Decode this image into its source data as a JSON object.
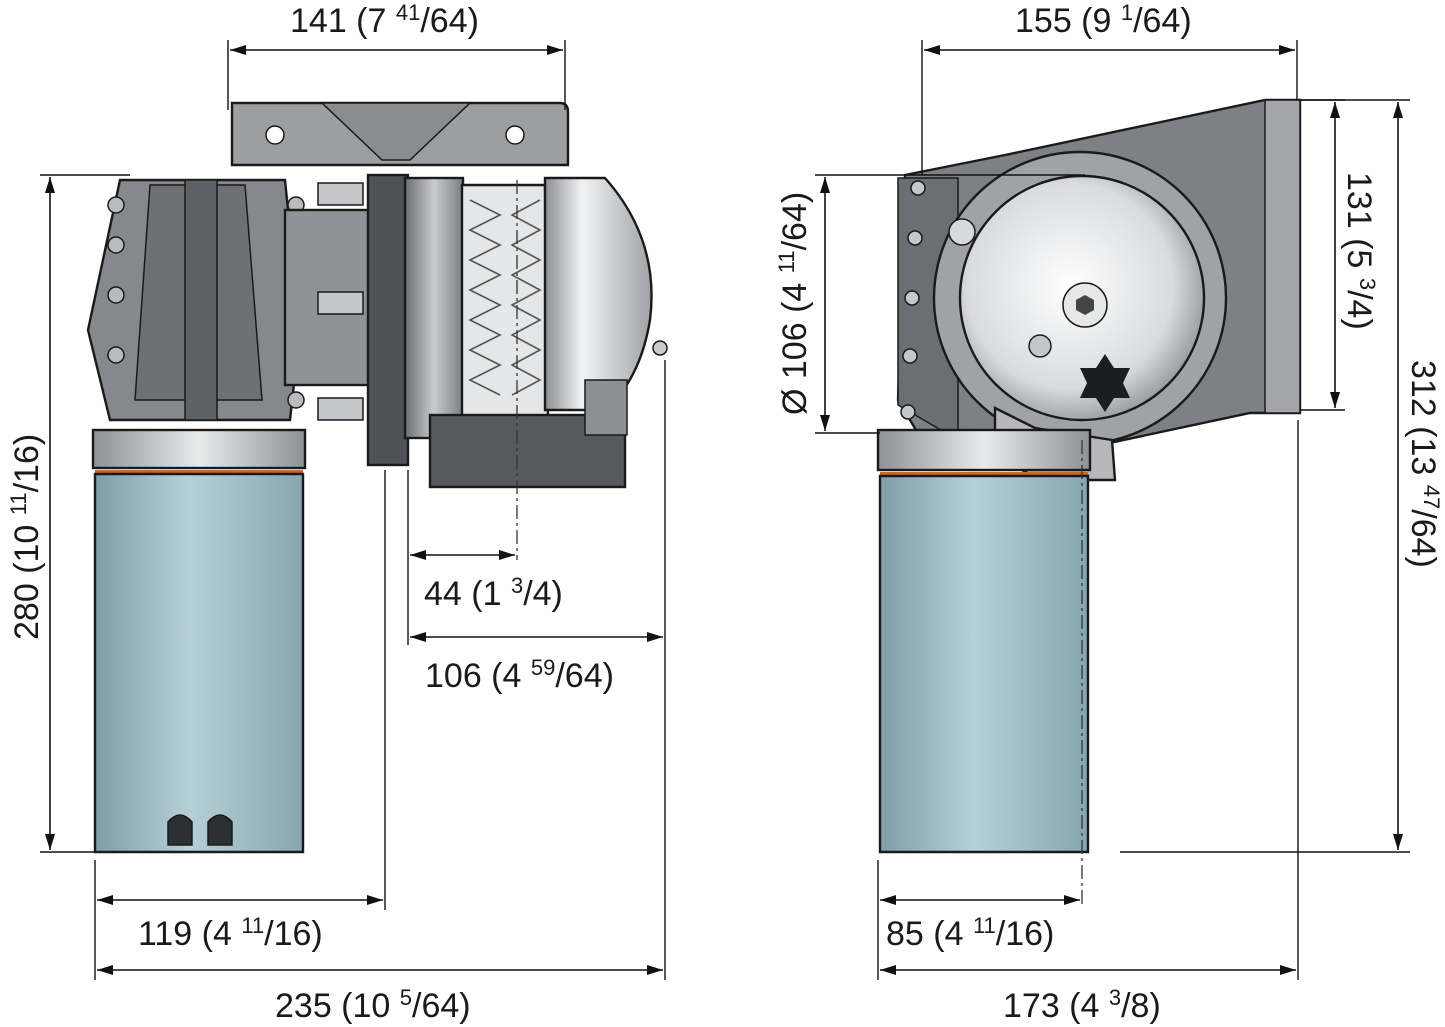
{
  "dimensions": {
    "front_top_width": {
      "main": "141 (7 ",
      "sup": "41",
      "tail": "/64)"
    },
    "side_top_width": {
      "main": "155 (9 ",
      "sup": "1",
      "tail": "/64)"
    },
    "front_height": {
      "main": "280 (10 ",
      "sup": "11",
      "tail": "/16)"
    },
    "drum_diameter": {
      "main": "Ø 106 (4 ",
      "sup": "11",
      "tail": "/64)"
    },
    "bracket_height": {
      "main": "131 (5 ",
      "sup": "3",
      "tail": "/4)"
    },
    "total_height": {
      "main": "312 (13 ",
      "sup": "47",
      "tail": "/64)"
    },
    "gypsy_offset": {
      "main": "44 (1 ",
      "sup": "3",
      "tail": "/4)"
    },
    "gypsy_width": {
      "main": "106 (4 ",
      "sup": "59",
      "tail": "/64)"
    },
    "motor_offset": {
      "main": "119 (4 ",
      "sup": "11",
      "tail": "/16)"
    },
    "side_motor_offset": {
      "main": "85 (4 ",
      "sup": "11",
      "tail": "/16)"
    },
    "front_total_width": {
      "main": "235 (10 ",
      "sup": "5",
      "tail": "/64)"
    },
    "side_total_width": {
      "main": "173 (4 ",
      "sup": "3",
      "tail": "/8)"
    }
  },
  "colors": {
    "motor_body": "#a9c4cc",
    "motor_shade": "#7f9ea8",
    "metal_light": "#d4d6d8",
    "metal_mid": "#9a9c9f",
    "metal_dark": "#5d6064",
    "accent_band": "#c8692a"
  }
}
